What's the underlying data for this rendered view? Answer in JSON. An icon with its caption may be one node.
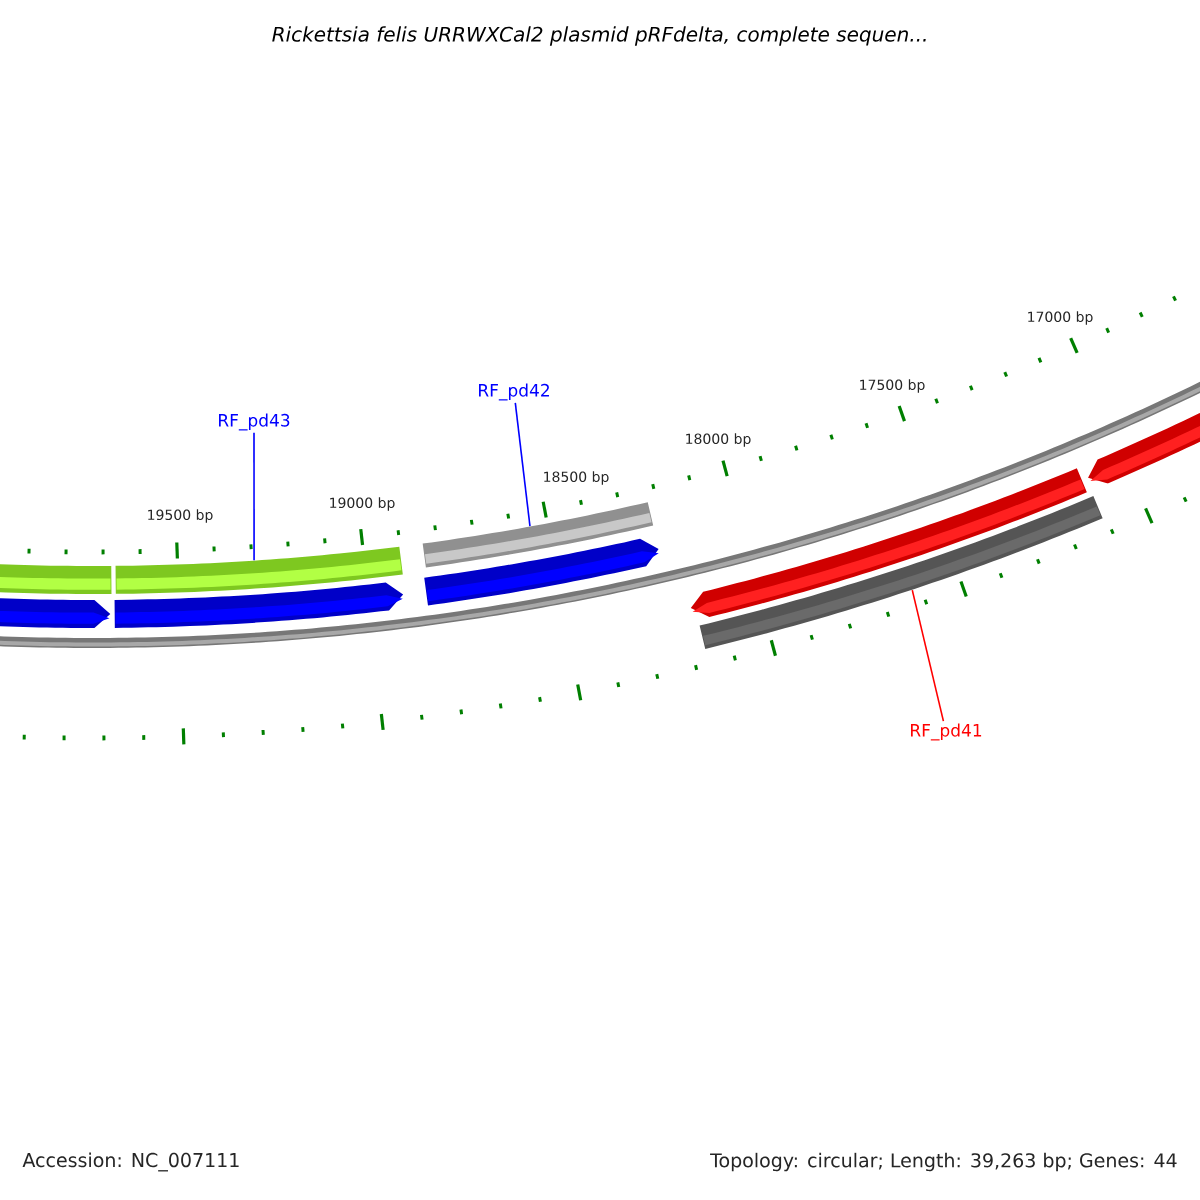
{
  "diagram": {
    "title": "Rickettsia felis URRWXCal2 plasmid pRFdelta, complete sequen...",
    "nodes": [
      {
        "text": [
          "RF_pd43"
        ]
      },
      {
        "text": [],
        "shape": "bar"
      },
      {
        "text": [
          "RF_pd42"
        ]
      },
      {
        "text": [],
        "shape": "bar"
      },
      {
        "text": [
          "RF_pd41"
        ]
      },
      {
        "text": [],
        "shape": "bar"
      }
    ],
    "edges": [
      {
        "from": 0,
        "to": 1,
        "arrow": "none",
        "color": "#0000ff"
      },
      {
        "from": 2,
        "to": 3,
        "arrow": "none",
        "color": "#0000ff"
      },
      {
        "from": 4,
        "to": 5,
        "arrow": "none",
        "color": "#ff0000"
      }
    ],
    "labels": [
      "19500 bp",
      "19000 bp",
      "18500 bp",
      "18000 bp",
      "17500 bp",
      "17000 bp",
      "Accession: NC_007111",
      "Topology: circular; Length: 39,263 bp; Genes: 44"
    ]
  }
}
